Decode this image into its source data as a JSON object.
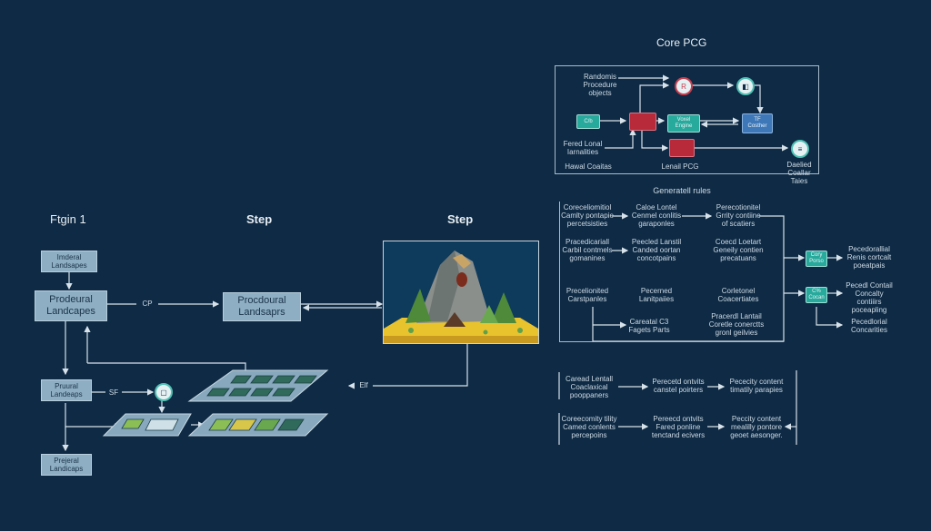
{
  "colors": {
    "background": "#0e2a44",
    "node_fill": "#8eaec4",
    "teal": "#27a99b",
    "red": "#b8293a",
    "blue": "#3f78b8",
    "line": "#d7e2ea"
  },
  "core": {
    "title": "Core PCG",
    "top_left_label": "Randomis\nProcedure\nobjects",
    "teal_node": "C/b",
    "mid_teal_node": "Voxel\nEngine",
    "blue_node": "TF\nCosther",
    "left_bottom_label": "Fered Lonal\nIarnalities",
    "bottom_left_label": "Hawal Coaitas",
    "bottom_mid_label": "Lenail PCG",
    "bottom_right_label": "Daelied\nCoallar\nTaies",
    "icon_top": "R",
    "icon_right": "◧",
    "icon_far": "≡"
  },
  "rules": {
    "title": "Generatell rules",
    "r1c1": "Coreceliomitiol\nCamlty pontapie\npercetsisties",
    "r1c2": "Caloe Lontel\nCenmel conlitis\ngaraponles",
    "r1c3": "Perecotionitel\nGrrity contiine\nof scatiers",
    "r2c1": "Pracedicariall\nCarbil contmels\ngomanines",
    "r2c2": "Peecled Lanstil\nCanded oortan\nconcotpains",
    "r2c3": "Coecd Loetart\nGeneily contien\nprecatuans",
    "r3c1": "Precelionited\nCarstpanles",
    "r3c2": "Pecerned\nLanitpaiies",
    "r3c3": "Corletonel\nCoacertiates",
    "r4c2": "Careatal C3\nFagets Parts",
    "r4c3": "Pracerdl Lantail\nCoretle conerctts\ngronl geilvies",
    "side_a": "Cory\nPorso",
    "side_b": "C%\nCocan",
    "out_a": "Pecedorallial\nRenis cortcalt\npoeatpais",
    "out_b": "Pecedl Contail\nConcalty contiiirs\npoceapling",
    "out_c": "Pecedlorial\nConcarities"
  },
  "bottom_rules": {
    "a1": "Caread Lentall\nCoaclaxical\npooppaners",
    "a2": "Perecetd ontvits\ncanstel poirters",
    "a3": "Pececity content\ntimatily parapies",
    "b1": "Coreecomity tility\nCamed conlents\npercepoins",
    "b2": "Pereecd ontvits\nFared ponline\ntenctand ecivers",
    "b3": "Peccity content\nmealilly pontore\ngeoet aesonger."
  },
  "pipeline": {
    "label1": "Ftgin 1",
    "label2": "Step",
    "label3": "Step",
    "node_top": "Imderal\nLandsapes",
    "node_main": "Prodeural\nLandcapes",
    "node_mid": "Procdoural\nLandsaprs",
    "node_b1": "Pruural\nLandeaps",
    "node_b2": "Prejeral\nLandicaps",
    "edge_cp": "CP",
    "edge_sf": "SF",
    "edge_elf": "Elf"
  }
}
